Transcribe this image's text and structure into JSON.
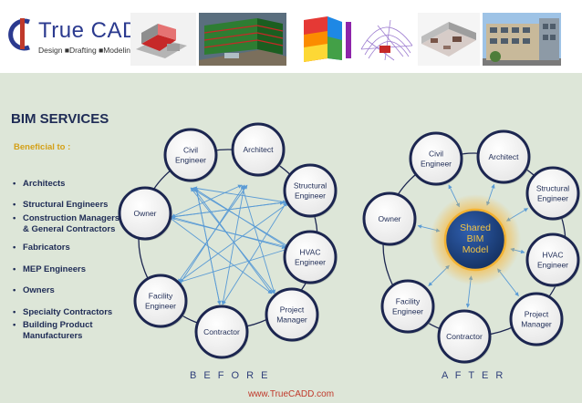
{
  "brand": {
    "name": "True CADD",
    "tagline": "Design ■Drafting ■Modeling"
  },
  "header_images": [
    "3d-building-model-icon",
    "building-facade-model-icon",
    "energy-analysis-model-icon",
    "structural-dome-model-icon",
    "floor-plan-model-icon",
    "apartment-building-photo-icon"
  ],
  "section_title": "BIM SERVICES",
  "beneficial_label": "Beneficial to :",
  "beneficiaries": [
    "Architects",
    "Structural Engineers",
    "Construction Managers\n& General Contractors",
    "Fabricators",
    "MEP Engineers",
    "Owners",
    "Specialty Contractors",
    "Building Product\nManufacturers"
  ],
  "before": {
    "caption": "B E F O R E",
    "nodes": [
      "Civil\nEngineer",
      "Architect",
      "Structural\nEngineer",
      "HVAC\nEngineer",
      "Project\nManager",
      "Contractor",
      "Facility\nEngineer",
      "Owner"
    ]
  },
  "after": {
    "caption": "A F T E R",
    "center": "Shared\nBIM\nModel",
    "nodes": [
      "Civil\nEngineer",
      "Architect",
      "Structural\nEngineer",
      "HVAC\nEngineer",
      "Project\nManager",
      "Contractor",
      "Facility\nEngineer",
      "Owner"
    ]
  },
  "url": "www.TrueCADD.com",
  "colors": {
    "background": "#dde6d8",
    "node_outline": "#1c2650",
    "arrow": "#5a9bd5",
    "heading": "#1e2b55",
    "accent_gold": "#d4a017",
    "url": "#c0392b"
  }
}
